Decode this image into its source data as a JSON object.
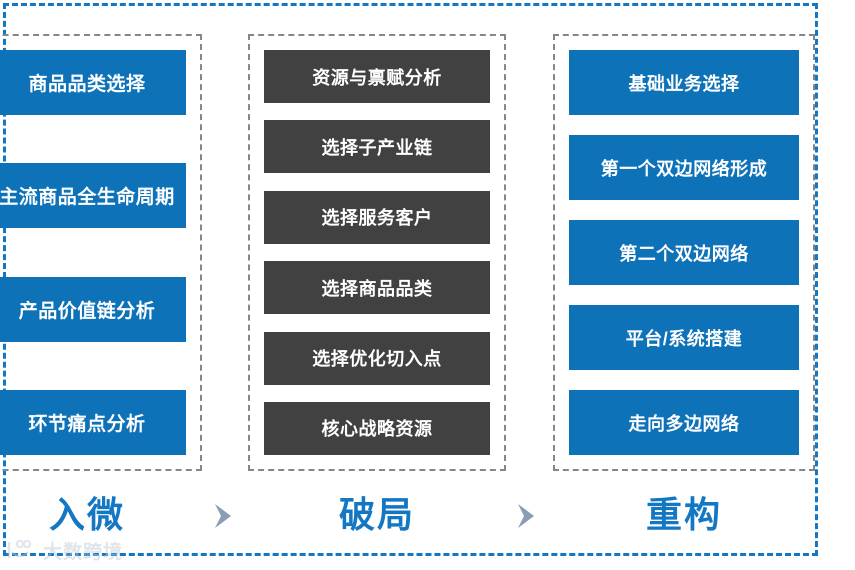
{
  "colors": {
    "blue": "#0e72b9",
    "dark_gray": "#414141",
    "frame_blue": "#1477c4",
    "panel_gray": "#868686",
    "arrow_gray": "#8b9cb5",
    "label_blue": "#1477c4"
  },
  "stages": [
    {
      "label": "入微",
      "box_style": "blue",
      "steps": [
        {
          "text": "商品品类选择"
        },
        {
          "text": "主流商品全生命周期"
        },
        {
          "text": "产品价值链分析"
        },
        {
          "text": "环节痛点分析"
        }
      ]
    },
    {
      "label": "破局",
      "box_style": "dark",
      "steps": [
        {
          "text": "资源与禀赋分析"
        },
        {
          "text": "选择子产业链"
        },
        {
          "text": "选择服务客户"
        },
        {
          "text": "选择商品品类"
        },
        {
          "text": "选择优化切入点"
        },
        {
          "text": "核心战略资源"
        }
      ]
    },
    {
      "label": "重构",
      "box_style": "blue",
      "steps": [
        {
          "text": "基础业务选择"
        },
        {
          "text": "第一个双边网络形成"
        },
        {
          "text": "第二个双边网络"
        },
        {
          "text": "平台/系统搭建"
        },
        {
          "text": "走向多边网络"
        }
      ]
    }
  ],
  "arrows": [
    {
      "name": "chevron-right-icon"
    },
    {
      "name": "chevron-right-icon"
    }
  ],
  "watermark": {
    "text": "大数跨境"
  }
}
